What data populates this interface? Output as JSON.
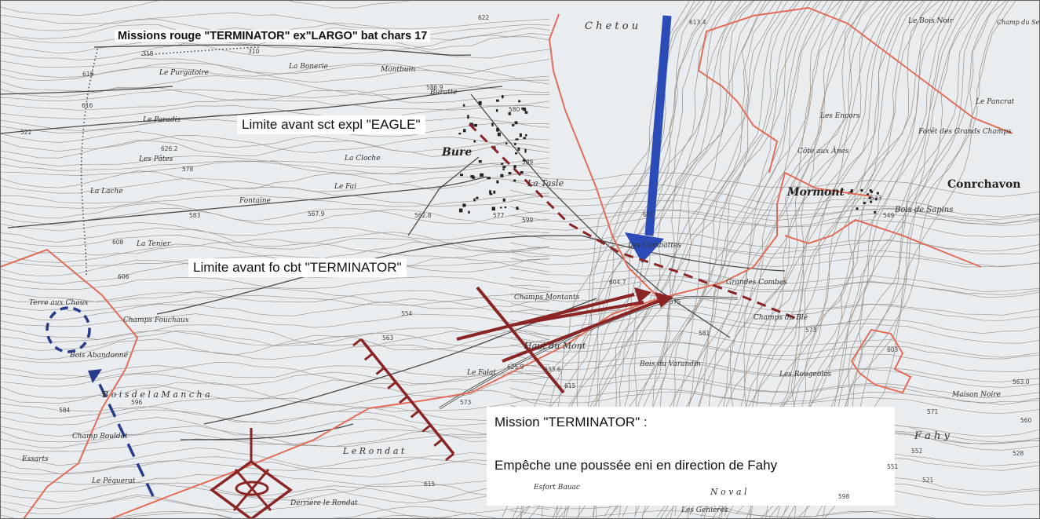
{
  "annotations": {
    "title": "Missions rouge \"TERMINATOR\" ex\"LARGO\" bat chars 17",
    "eagle_limit": "Limite avant sct expl \"EAGLE\"",
    "terminator_limit": "Limite avant fo cbt \"TERMINATOR\"",
    "mission_heading": "Mission \"TERMINATOR\" :",
    "mission_text": "Empêche une poussée eni en direction de Fahy"
  },
  "places": {
    "purgatoire": "Le Purgatoire",
    "paradis": "Le Paradis",
    "pates": "Les Pâtes",
    "lache": "La Lache",
    "tenier": "La Tenier",
    "bonerie": "La Bonerie",
    "montboin": "Montbuin",
    "buratte": "Buratte",
    "bure": "Bure",
    "cloche": "La Cloche",
    "fontaine": "Fontaine",
    "fai": "Le Fai",
    "tasle": "La Tasle",
    "chetou": "C h e t o u",
    "terre": "Terre aux Chaux",
    "champs_fouchaux": "Champs Fouchaux",
    "abandonne": "Bois Abandonné",
    "bois_mancha": "B o i s  d e  l a  M a n c h a",
    "champ_bouldat": "Champ Bouldat",
    "pequerat": "Le Péquerat",
    "rondat": "L e  R o n d a t",
    "derriere_rondat": "Derrière le Rondat",
    "montants": "Champs Montants",
    "haut_mont": "Haut du Mont",
    "falat": "Le Falat",
    "varandin": "Bois du Varandin",
    "combattes": "Les Combattes",
    "grandes_combes": "Grandes Combes",
    "mormont": "Mormont",
    "conchavon": "Conrchavon",
    "bois_sapins": "Bois de Sapins",
    "champs_ble": "Champs du Blé",
    "rougeoles": "Les Rougeoles",
    "maison_noire": "Maison Noire",
    "bois_noir": "Le Bois Noir",
    "foret": "Forêt des Grands Champs",
    "encors": "Les Encors",
    "cote_anes": "Côte aux Ânes",
    "noval": "N o v a l",
    "essarts": "Essarts",
    "esfort": "Esfort Bauac",
    "genieres": "Les Genières",
    "champ_sentier": "Champ du Sentier",
    "planche": "Le Pancrat",
    "fahy": "F a h y"
  },
  "elevations": [
    "622",
    "613.4",
    "607",
    "619",
    "626.2",
    "310",
    "318",
    "586.9",
    "583",
    "578",
    "580",
    "589",
    "577",
    "599",
    "562.8",
    "567.9",
    "608",
    "606",
    "554",
    "563",
    "573",
    "604.7",
    "625.9",
    "633.6",
    "615",
    "575",
    "598",
    "581",
    "533",
    "549",
    "573",
    "603",
    "563.0",
    "552",
    "528",
    "521",
    "551",
    "522",
    "584",
    "596",
    "571",
    "560",
    "615",
    "616"
  ],
  "colors": {
    "border": "#e36c58",
    "blue_arrow": "#2b4bb8",
    "navy_dash": "#2a3a8c",
    "maroon": "#8b2525",
    "contour": "#7b7066",
    "road": "#4a4a4a"
  }
}
